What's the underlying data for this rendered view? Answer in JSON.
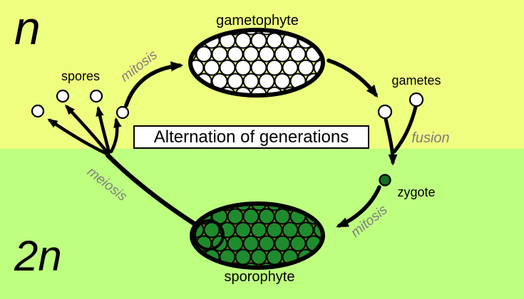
{
  "diagram": {
    "title": "Alternation of generations",
    "ploidy_labels": {
      "haploid": "n",
      "diploid": "2n"
    },
    "stage_labels": {
      "gametophyte": "gametophyte",
      "spores": "spores",
      "gametes": "gametes",
      "zygote": "zygote",
      "sporophyte": "sporophyte"
    },
    "process_labels": {
      "mitosis_upper": "mitosis",
      "fusion": "fusion",
      "mitosis_lower": "mitosis",
      "meiosis": "meiosis"
    },
    "colors": {
      "haploid_bg": "#eeff80",
      "diploid_bg": "#beff80",
      "cell_white": "#ffffff",
      "sporophyte_cell_green": "#1e8c2d",
      "sporophyte_interior_olive": "#6f7d15",
      "zygote_green": "#146e23",
      "outline_black": "#000000",
      "process_text_gray": "#7d7d7d",
      "title_box_bg": "#ffffff"
    }
  }
}
